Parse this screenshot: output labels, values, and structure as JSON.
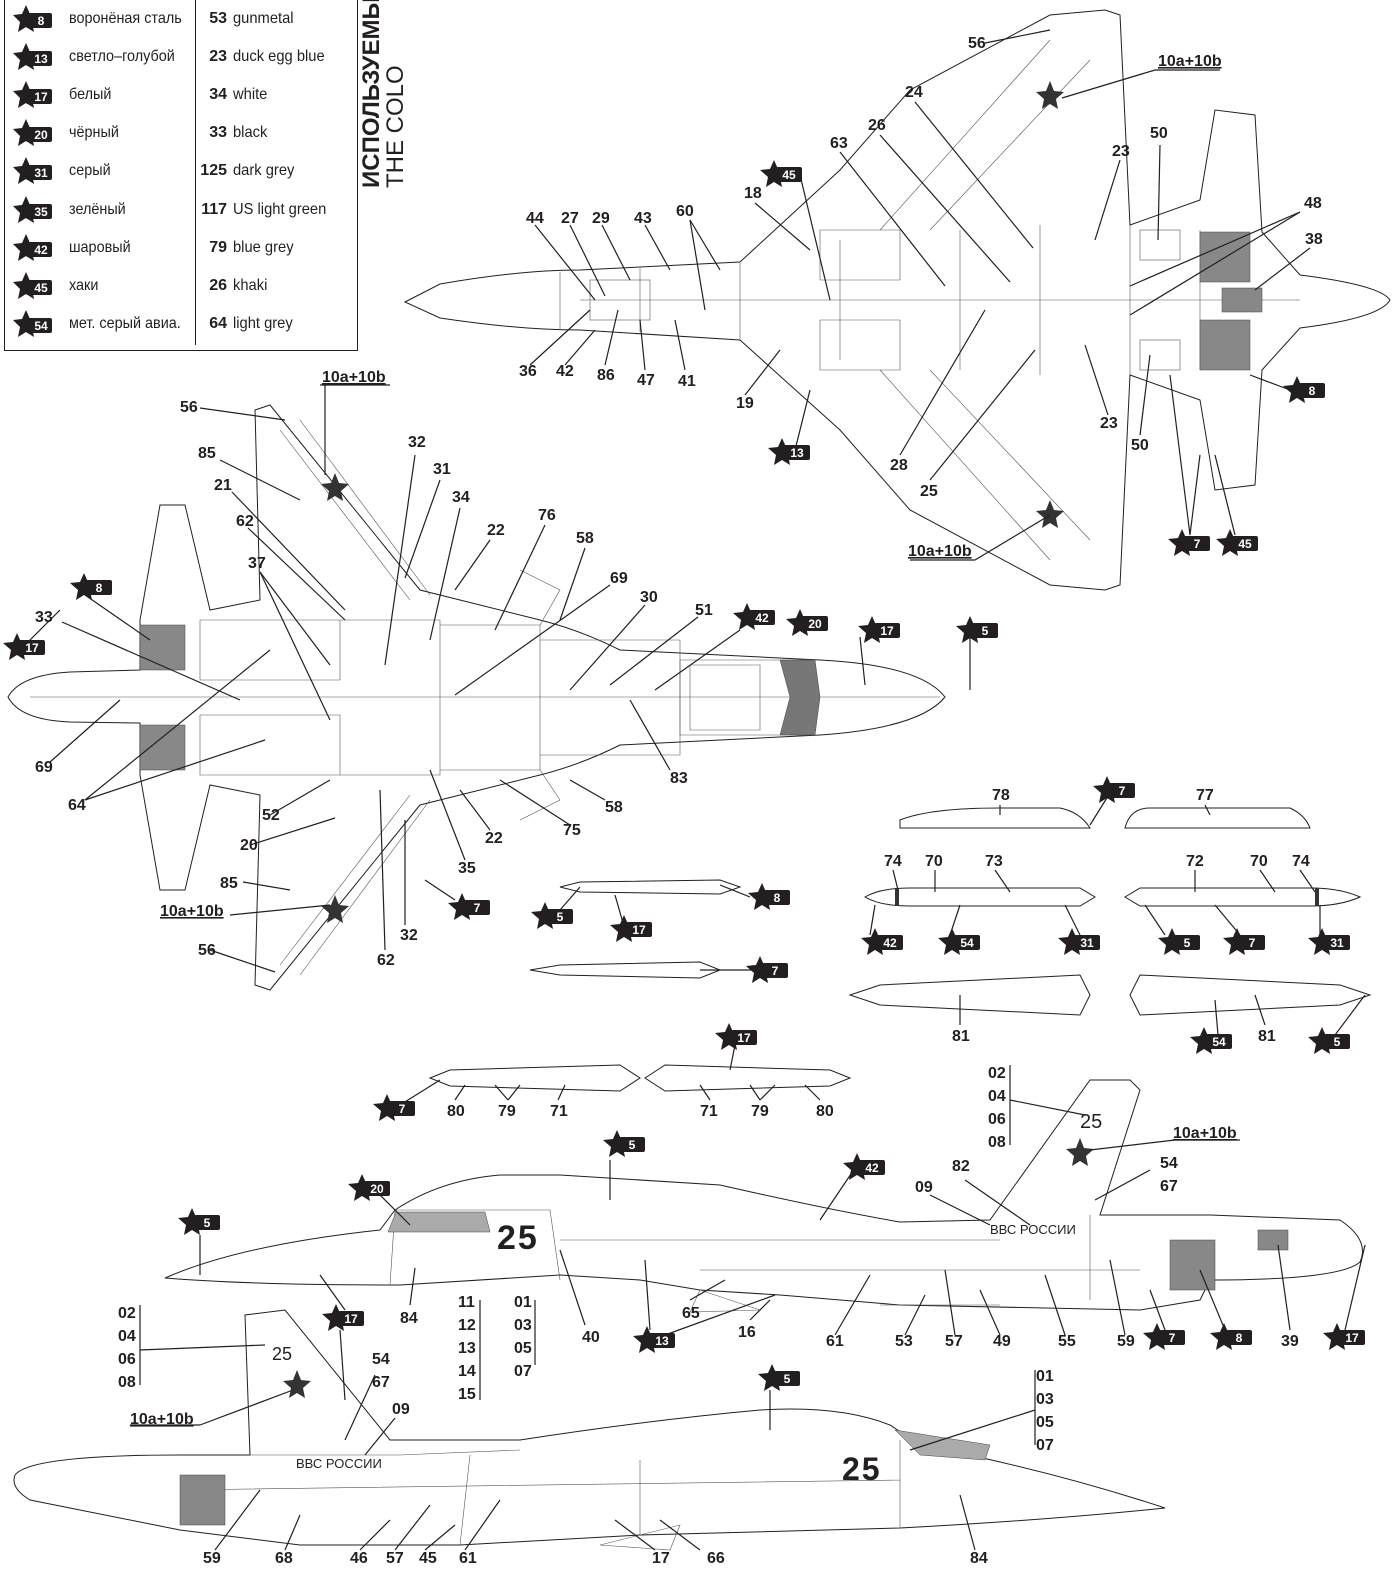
{
  "legend": {
    "rows": [
      {
        "badge": "8",
        "ru": "воронёная сталь",
        "num": "53",
        "en": "gunmetal"
      },
      {
        "badge": "13",
        "ru": "светло–голубой",
        "num": "23",
        "en": "duck egg blue"
      },
      {
        "badge": "17",
        "ru": "белый",
        "num": "34",
        "en": "white"
      },
      {
        "badge": "20",
        "ru": "чёрный",
        "num": "33",
        "en": "black"
      },
      {
        "badge": "31",
        "ru": "серый",
        "num": "125",
        "en": "dark grey"
      },
      {
        "badge": "35",
        "ru": "зелёный",
        "num": "117",
        "en": "US light green"
      },
      {
        "badge": "42",
        "ru": "шаровый",
        "num": "79",
        "en": "blue grey"
      },
      {
        "badge": "45",
        "ru": "хаки",
        "num": "26",
        "en": "khaki"
      },
      {
        "badge": "54",
        "ru": "мет. серый авиа.",
        "num": "64",
        "en": "light grey"
      }
    ]
  },
  "vertical_title": {
    "line1": "ИСПОЛЬЗУЕМЫ",
    "line2": "THE COLO"
  },
  "aircraft_markings": {
    "tail_number": "25",
    "roundel_label": "10a+10b",
    "air_force_text": "ВВС РОССИИ"
  },
  "top_view": {
    "labels": [
      "56",
      "10a+10b",
      "24",
      "26",
      "23",
      "50",
      "48",
      "38",
      "63",
      "18",
      "44",
      "27",
      "29",
      "43",
      "60",
      "36",
      "42",
      "86",
      "47",
      "41",
      "19",
      "23",
      "50",
      "28",
      "25",
      "10a+10b"
    ],
    "badges": [
      "45",
      "13",
      "8",
      "7",
      "45"
    ]
  },
  "bottom_view": {
    "labels": [
      "10a+10b",
      "56",
      "85",
      "21",
      "62",
      "37",
      "33",
      "69",
      "64",
      "32",
      "31",
      "34",
      "22",
      "76",
      "58",
      "69",
      "30",
      "51",
      "52",
      "20",
      "85",
      "10a+10b",
      "56",
      "62",
      "32",
      "35",
      "22",
      "75",
      "58",
      "83"
    ],
    "badges": [
      "8",
      "17",
      "42",
      "20",
      "17",
      "5",
      "7"
    ]
  },
  "weapons": {
    "labels": [
      "78",
      "77",
      "74",
      "70",
      "73",
      "72",
      "70",
      "74",
      "81",
      "81",
      "80",
      "79",
      "71",
      "71",
      "79",
      "80"
    ],
    "badges": [
      "7",
      "5",
      "17",
      "8",
      "7",
      "42",
      "54",
      "31",
      "5",
      "7",
      "31",
      "54",
      "5",
      "17",
      "7"
    ]
  },
  "side_right": {
    "labels": [
      "09",
      "82",
      "54",
      "67",
      "10a+10b",
      "84",
      "11",
      "12",
      "13",
      "14",
      "15",
      "01",
      "03",
      "05",
      "07",
      "40",
      "65",
      "16",
      "61",
      "53",
      "57",
      "49",
      "55",
      "59",
      "39",
      "02",
      "04",
      "06",
      "08"
    ],
    "badges": [
      "5",
      "20",
      "5",
      "42",
      "13",
      "7",
      "8",
      "17"
    ]
  },
  "side_left": {
    "labels": [
      "02",
      "04",
      "06",
      "08",
      "54",
      "67",
      "10a+10b",
      "09",
      "59",
      "68",
      "46",
      "57",
      "45",
      "61",
      "17",
      "66",
      "84",
      "01",
      "03",
      "05",
      "07"
    ],
    "badges": [
      "17",
      "5"
    ]
  }
}
